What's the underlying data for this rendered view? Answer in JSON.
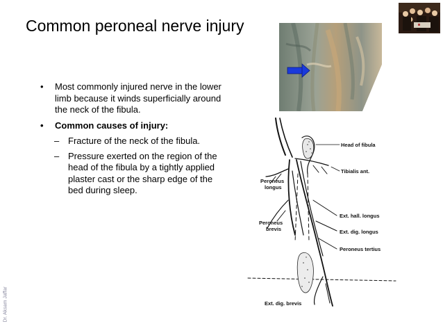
{
  "slide": {
    "title": "Common peroneal nerve injury",
    "credit": "Dr. Aksam Jaffar",
    "bullets": [
      {
        "text": "Most commonly injured nerve in the lower limb because it winds superficially around the neck of the fibula."
      },
      {
        "text": "Common causes of injury:"
      }
    ],
    "subbullets": [
      {
        "text": "Fracture of the neck of the fibula."
      },
      {
        "text": "Pressure exerted on the region of the head of the fibula by a tightly applied plaster cast or the sharp edge of the bed during sleep."
      }
    ]
  },
  "diagram": {
    "labels": {
      "head_of_fibula": "Head of fibula",
      "tibialis_ant": "Tibialis ant.",
      "peroneus_longus_1": "Peroneus",
      "peroneus_longus_2": "longus",
      "peroneus_brevis_1": "Peroneus",
      "peroneus_brevis_2": "brevis",
      "ext_hall_longus": "Ext. hall. longus",
      "ext_dig_longus": "Ext. dig. longus",
      "peroneus_tertius": "Peroneus tertius",
      "ext_dig_brevis": "Ext. dig. brevis"
    }
  },
  "colors": {
    "arrow": "#1a3adb",
    "photo_base": "#7a8a7a",
    "credit": "#8a8aa0"
  }
}
